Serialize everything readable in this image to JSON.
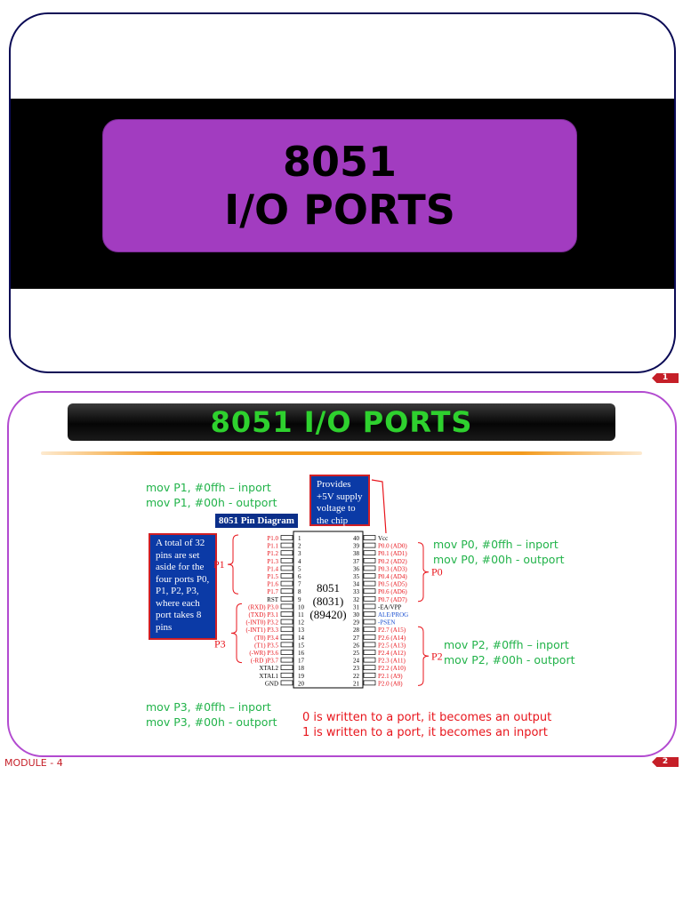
{
  "slide1": {
    "title_line1": "8051",
    "title_line2": "I/O PORTS",
    "page_number": "1"
  },
  "slide2": {
    "title": "8051 I/O PORTS",
    "page_number": "2",
    "p1_notes": [
      "mov P1, #0ffh – inport",
      "mov P1, #00h  - outport"
    ],
    "p0_notes": [
      "mov P0, #0ffh – inport",
      "mov P0, #00h  - outport"
    ],
    "p2_notes": [
      "mov P2, #0ffh – inport",
      "mov P2, #00h  - outport"
    ],
    "p3_notes": [
      "mov P3, #0ffh – inport",
      "mov P3, #00h  - outport"
    ],
    "rule_notes": [
      "0 is written to a port, it becomes an output",
      "1 is written to a port, it becomes an inport"
    ],
    "diagram": {
      "label": "8051 Pin Diagram",
      "callout_vcc": [
        "Provides",
        "+5V supply",
        "voltage to",
        "the chip"
      ],
      "callout_pins": [
        "A total of 32",
        "pins are set",
        "aside for the",
        "four ports P0,",
        "P1, P2, P3,",
        "where each",
        "port takes 8",
        "pins"
      ],
      "chip_lines": [
        "8051",
        "(8031)",
        "(89420)"
      ],
      "port_labels": [
        "P1",
        "P3",
        "P0",
        "P2"
      ],
      "left_pins": [
        {
          "num": "1",
          "label": "P1.0",
          "red": true
        },
        {
          "num": "2",
          "label": "P1.1",
          "red": true
        },
        {
          "num": "3",
          "label": "P1.2",
          "red": true
        },
        {
          "num": "4",
          "label": "P1.3",
          "red": true
        },
        {
          "num": "5",
          "label": "P1.4",
          "red": true
        },
        {
          "num": "6",
          "label": "P1.5",
          "red": true
        },
        {
          "num": "7",
          "label": "P1.6",
          "red": true
        },
        {
          "num": "8",
          "label": "P1.7",
          "red": true
        },
        {
          "num": "9",
          "label": "RST",
          "red": false
        },
        {
          "num": "10",
          "label": "(RXD) P3.0",
          "red": true
        },
        {
          "num": "11",
          "label": "(TXD) P3.1",
          "red": true
        },
        {
          "num": "12",
          "label": "(-INT0) P3.2",
          "red": true
        },
        {
          "num": "13",
          "label": "(-INT1) P3.3",
          "red": true
        },
        {
          "num": "14",
          "label": "(T0) P3.4",
          "red": true
        },
        {
          "num": "15",
          "label": "(T1) P3.5",
          "red": true
        },
        {
          "num": "16",
          "label": "(-WR) P3.6",
          "red": true
        },
        {
          "num": "17",
          "label": "(-RD )P3.7",
          "red": true
        },
        {
          "num": "18",
          "label": "XTAL2",
          "red": false
        },
        {
          "num": "19",
          "label": "XTAL1",
          "red": false
        },
        {
          "num": "20",
          "label": "GND",
          "red": false
        }
      ],
      "right_pins": [
        {
          "num": "40",
          "label": "Vcc",
          "color": "black"
        },
        {
          "num": "39",
          "label": "P0.0 (AD0)",
          "color": "red"
        },
        {
          "num": "38",
          "label": "P0.1 (AD1)",
          "color": "red"
        },
        {
          "num": "37",
          "label": "P0.2 (AD2)",
          "color": "red"
        },
        {
          "num": "36",
          "label": "P0.3 (AD3)",
          "color": "red"
        },
        {
          "num": "35",
          "label": "P0.4 (AD4)",
          "color": "red"
        },
        {
          "num": "34",
          "label": "P0.5 (AD5)",
          "color": "red"
        },
        {
          "num": "33",
          "label": "P0.6 (AD6)",
          "color": "red"
        },
        {
          "num": "32",
          "label": "P0.7 (AD7)",
          "color": "red"
        },
        {
          "num": "31",
          "label": "-EA/VPP",
          "color": "black"
        },
        {
          "num": "30",
          "label": "ALE/PROG",
          "color": "blue"
        },
        {
          "num": "29",
          "label": "-PSEN",
          "color": "blue"
        },
        {
          "num": "28",
          "label": "P2.7 (A15)",
          "color": "red"
        },
        {
          "num": "27",
          "label": "P2.6 (A14)",
          "color": "red"
        },
        {
          "num": "26",
          "label": "P2.5 (A13)",
          "color": "red"
        },
        {
          "num": "25",
          "label": "P2.4 (A12)",
          "color": "red"
        },
        {
          "num": "24",
          "label": "P2.3 (A11)",
          "color": "red"
        },
        {
          "num": "23",
          "label": "P2.2 (A10)",
          "color": "red"
        },
        {
          "num": "22",
          "label": "P2.1 (A9)",
          "color": "red"
        },
        {
          "num": "21",
          "label": "P2.0 (A8)",
          "color": "red"
        }
      ]
    }
  },
  "footer": "MODULE - 4",
  "colors": {
    "title_box": "#a23cc0",
    "title_text_green": "#2ed12e",
    "note_green": "#22b34a",
    "note_red": "#e8151c",
    "callout_blue": "#0b3aa6"
  }
}
